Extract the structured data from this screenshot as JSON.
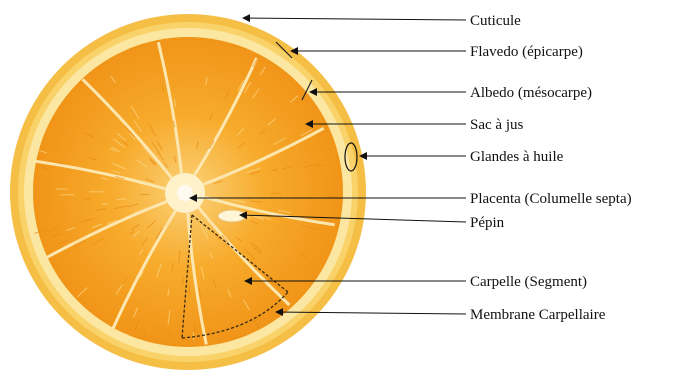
{
  "colors": {
    "rind": "#f6c24a",
    "albedo": "#fbe38f",
    "flesh": "#f39a1c",
    "flesh_dark": "#e7850f",
    "membrane": "#fde9b4",
    "center": "#fff2cf",
    "line": "#111111"
  },
  "labels": [
    {
      "id": "cuticule",
      "text": "Cuticule"
    },
    {
      "id": "flavedo",
      "text": "Flavedo (épicarpe)"
    },
    {
      "id": "albedo",
      "text": "Albedo (mésocarpe)"
    },
    {
      "id": "sac",
      "text": "Sac à jus"
    },
    {
      "id": "glandes",
      "text": "Glandes à huile"
    },
    {
      "id": "placenta",
      "text": "Placenta (Columelle septa)"
    },
    {
      "id": "pepin",
      "text": "Pépin"
    },
    {
      "id": "carpelle",
      "text": "Carpelle (Segment)"
    },
    {
      "id": "membrane",
      "text": "Membrane Carpellaire"
    }
  ]
}
